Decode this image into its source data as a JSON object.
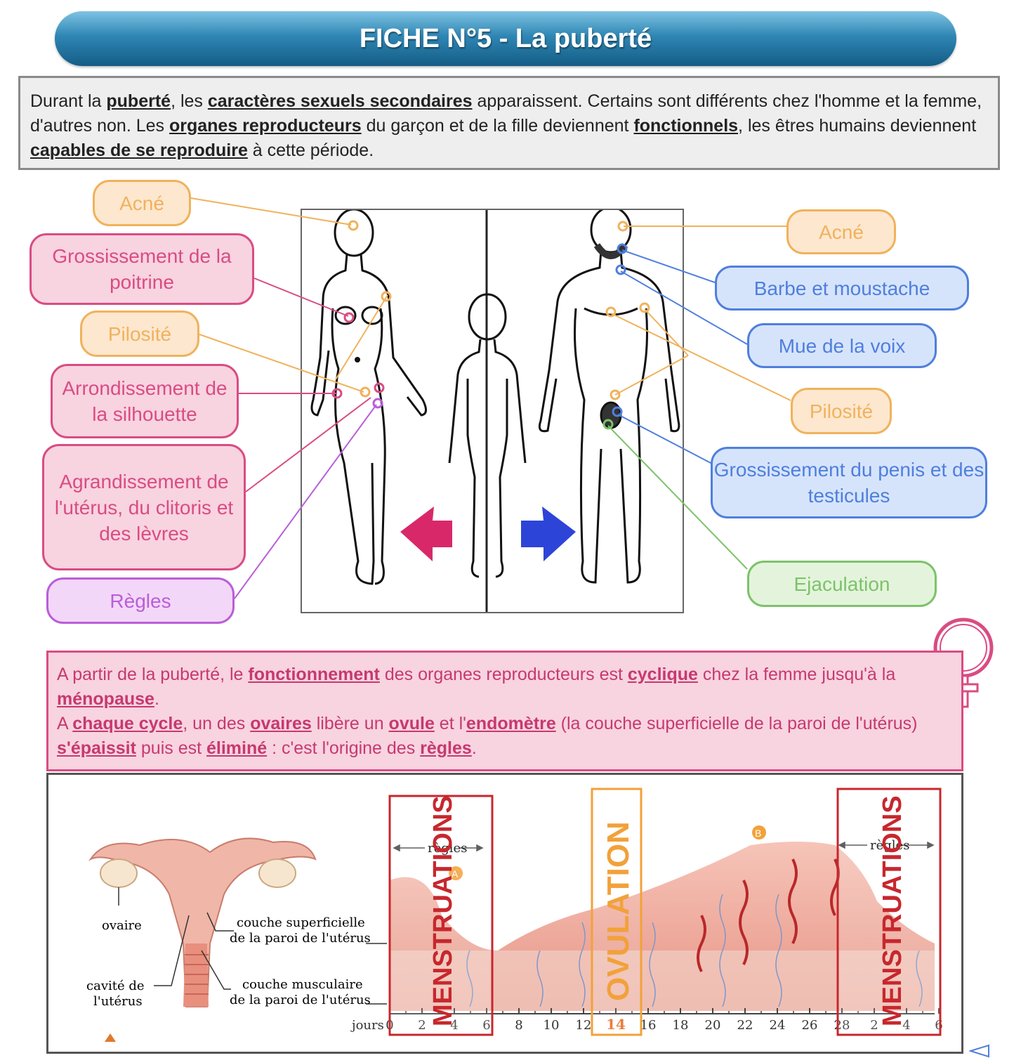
{
  "title": "FICHE N°5 - La puberté",
  "intro": {
    "t1": "Durant la ",
    "k1": "puberté",
    "t2": ", les ",
    "k2": "caractères sexuels secondaires",
    "t3": " apparaissent. Certains sont différents chez l'homme et la femme, d'autres non.  Les ",
    "k3": "organes reproducteurs",
    "t4": " du garçon et de la fille deviennent ",
    "k4": "fonctionnels",
    "t5": ", les êtres humains deviennent ",
    "k5": "capables de se reproduire",
    "t6": " à cette période."
  },
  "labels_left": {
    "acne": "Acné",
    "poitrine": "Grossissement de la poitrine",
    "pilosite": "Pilosité",
    "silhouette": "Arrondissement de la silhouette",
    "uterus": "Agrandissement de l'utérus, du clitoris et des lèvres",
    "regles": "Règles"
  },
  "labels_right": {
    "acne": "Acné",
    "barbe": "Barbe et moustache",
    "voix": "Mue de la voix",
    "pilosite": "Pilosité",
    "penis": "Grossissement du penis et des testicules",
    "ejaculation": "Ejaculation"
  },
  "cycle_info": {
    "t1": "A partir de la puberté, le ",
    "k1": "fonctionnement",
    "t2": " des organes reproducteurs est ",
    "k2": "cyclique",
    "t3": " chez la femme jusqu'à la ",
    "k3": "ménopause",
    "t4": ".",
    "t5": "A ",
    "k5": "chaque cycle",
    "t6": ", un des ",
    "k6": "ovaires",
    "t7": " libère un ",
    "k7": "ovule",
    "t8": " et l'",
    "k8": "endomètre",
    "t9": " (la couche superficielle de la paroi de l'utérus) ",
    "k9": "s'épaissit",
    "t10": " puis est ",
    "k10": "éliminé",
    "t11": " : c'est l'origine des ",
    "k11": "règles",
    "t12": "."
  },
  "uterus_labels": {
    "ovaire": "ovaire",
    "couche_sup_1": "couche superficielle",
    "couche_sup_2": "de la paroi de l'utérus",
    "cavite_1": "cavité de",
    "cavite_2": "l'utérus",
    "couche_musc_1": "couche musculaire",
    "couche_musc_2": "de la paroi de l'utérus"
  },
  "cycle_chart": {
    "regles_label": "règles",
    "menstruations": "MENSTRUATIONS",
    "ovulation": "OVULATION",
    "days_label": "jours",
    "ticks": [
      "0",
      "2",
      "4",
      "6",
      "8",
      "10",
      "12",
      "14",
      "16",
      "18",
      "20",
      "22",
      "24",
      "26",
      "28",
      "2",
      "4",
      "6"
    ],
    "ovulation_day": "14",
    "marker_a": "A",
    "marker_b": "B"
  }
}
